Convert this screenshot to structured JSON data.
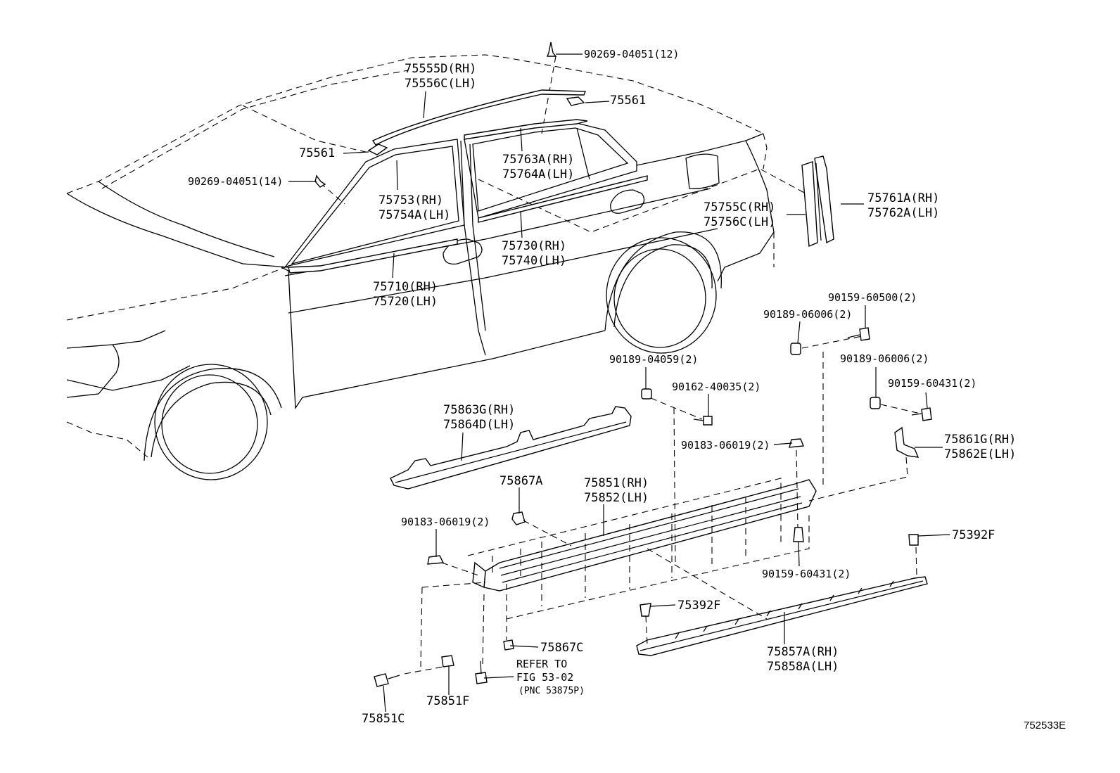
{
  "labels": {
    "p90269_12": "90269-04051(12)",
    "p75555_rh": "75555D(RH)",
    "p75556_lh": "75556C(LH)",
    "p75561_a": "75561",
    "p75561_b": "75561",
    "p90269_14": "90269-04051(14)",
    "p75763_rh": "75763A(RH)",
    "p75764_lh": "75764A(LH)",
    "p75753_rh": "75753(RH)",
    "p75754_lh": "75754A(LH)",
    "p75761_rh": "75761A(RH)",
    "p75762_lh": "75762A(LH)",
    "p75755_rh": "75755C(RH)",
    "p75756_lh": "75756C(LH)",
    "p75730_rh": "75730(RH)",
    "p75740_lh": "75740(LH)",
    "p75710_rh": "75710(RH)",
    "p75720_lh": "75720(LH)",
    "p90159_60500": "90159-60500(2)",
    "p90189_06006_a": "90189-06006(2)",
    "p90189_04059": "90189-04059(2)",
    "p90189_06006_b": "90189-06006(2)",
    "p90162_40035": "90162-40035(2)",
    "p90159_60431_a": "90159-60431(2)",
    "p75863_rh": "75863G(RH)",
    "p75864_lh": "75864D(LH)",
    "p90183_06019_a": "90183-06019(2)",
    "p75861_rh": "75861G(RH)",
    "p75862_lh": "75862E(LH)",
    "p75867A": "75867A",
    "p75851_rh": "75851(RH)",
    "p75852_lh": "75852(LH)",
    "p90183_06019_b": "90183-06019(2)",
    "p75392F_a": "75392F",
    "p90159_60431_b": "90159-60431(2)",
    "p75392F_b": "75392F",
    "p75867C": "75867C",
    "refer_1": "REFER TO",
    "refer_2": "FIG 53-02",
    "refer_3": "(PNC 53875P)",
    "p75857_rh": "75857A(RH)",
    "p75858_lh": "75858A(LH)",
    "p75851F": "75851F",
    "p75851C": "75851C",
    "figure_id": "752533E"
  },
  "colors": {
    "ink": "#000000",
    "paper": "#ffffff"
  }
}
